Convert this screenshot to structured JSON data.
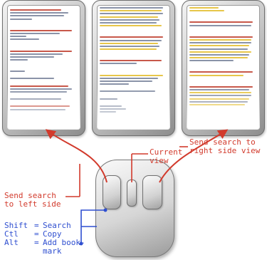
{
  "labels": {
    "current_view": "Current\nview",
    "send_left": "Send search\nto left side",
    "send_right": "Send search to\nright side view"
  },
  "modifiers": [
    {
      "key": "Shift",
      "action": "Search"
    },
    {
      "key": "Ctl",
      "action": "Copy"
    },
    {
      "key": "Alt",
      "action": "Add book-\nmark"
    }
  ],
  "colors": {
    "arrow_red": "#d23a2c",
    "callout_blue": "#2f4fd0",
    "highlight": "#e7c64a"
  }
}
